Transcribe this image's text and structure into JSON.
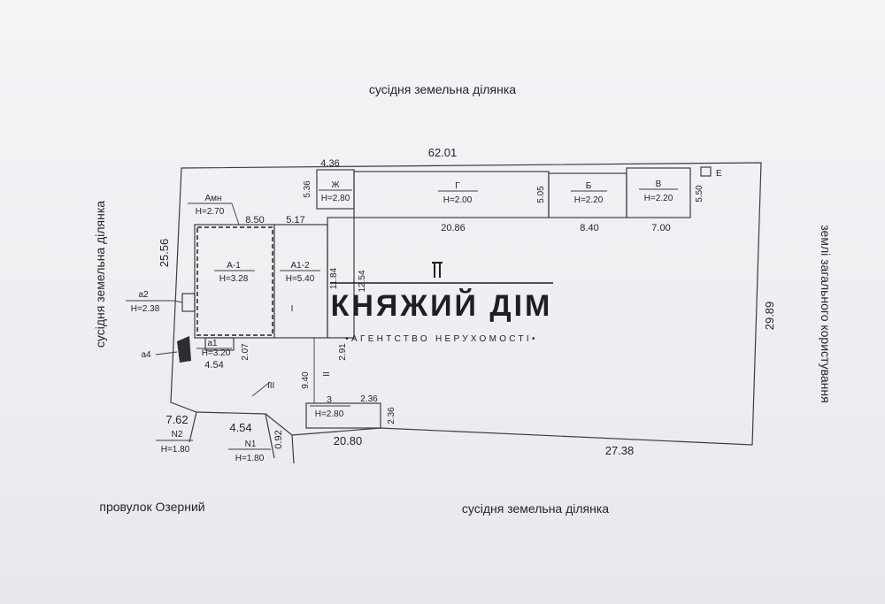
{
  "labels": {
    "top": "сусідня земельна ділянка",
    "bottom": "сусідня земельна ділянка",
    "left": "сусідня земельна ділянка",
    "right": "землі загального користування",
    "street": "провулок Озерний"
  },
  "dims": {
    "top": "62.01",
    "top_small": "4.36",
    "right": "29.89",
    "bottom_right": "27.38",
    "bottom_mid": "20.80",
    "left": "25.56",
    "left_bottom": "7.62",
    "left_bottom_small": "4.54",
    "gate_gap": "0.92",
    "b_zh_v": "5.36",
    "b_g_w": "20.86",
    "b_b_v": "5.05",
    "b_b_w": "8.40",
    "b_v_w": "7.00",
    "b_v_v": "5.50",
    "h_a_w1": "8.50",
    "h_a_w2": "5.17",
    "h_v1": "11.84",
    "h_v2": "12.54",
    "h_a1_w": "4.54",
    "h_a1_v": "2.07",
    "yard_v": "9.40",
    "yard_h": "2.91",
    "b_z_w": "2.36",
    "b_z_v": "2.36"
  },
  "buildings": {
    "zh": {
      "name": "Ж",
      "h": "H=2.80"
    },
    "g": {
      "name": "Г",
      "h": "H=2.00"
    },
    "b": {
      "name": "Б",
      "h": "H=2.20"
    },
    "v": {
      "name": "В",
      "h": "H=2.20"
    },
    "e": {
      "name": "Е"
    },
    "amn": {
      "name": "Амн",
      "h": "H=2.70"
    },
    "a1": {
      "name": "А-1",
      "h": "H=3.28"
    },
    "a12": {
      "name": "А1-2",
      "h": "H=5.40"
    },
    "a2": {
      "name": "а2",
      "h": "H=2.38"
    },
    "a1small": {
      "name": "а1",
      "h": "H=3.20"
    },
    "a4": {
      "name": "а4"
    },
    "z": {
      "name": "З",
      "h": "H=2.80"
    },
    "n1": {
      "name": "N1",
      "h": "H=1.80"
    },
    "n2": {
      "name": "N2",
      "h": "H=1.80"
    },
    "i": {
      "name": "І"
    },
    "ii": {
      "name": "ІІ"
    },
    "iii": {
      "name": "ІІІ"
    }
  },
  "logo": {
    "main": "КНЯЖИЙ ДІМ",
    "sub": "•АГЕНТСТВО НЕРУХОМОСТІ•"
  }
}
